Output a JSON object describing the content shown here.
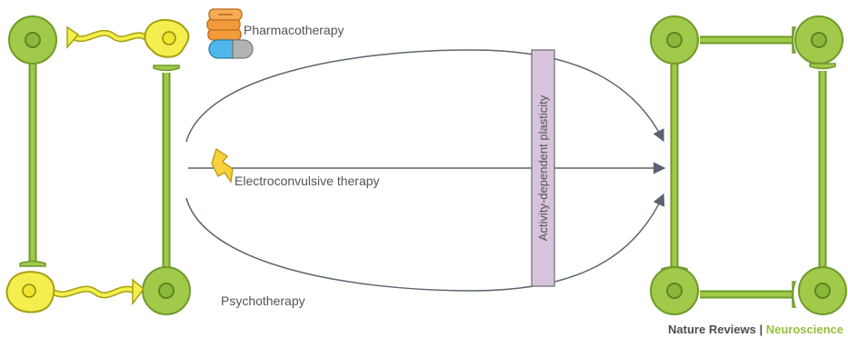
{
  "labels": {
    "pharmacotherapy": "Pharmacotherapy",
    "ect": "Electroconvulsive therapy",
    "psychotherapy": "Psychotherapy",
    "plasticity": "Activity-dependent plasticity"
  },
  "credit": {
    "journal": "Nature Reviews",
    "separator": " | ",
    "section": "Neuroscience"
  },
  "colors": {
    "neuron_fill": "#a1c94a",
    "neuron_stroke": "#6f9a2a",
    "glia_fill": "#f4ee4e",
    "glia_stroke": "#a6a012",
    "plasticity_box": "#d8c3dc",
    "arrow": "#5a6470",
    "pill_orange": "#f39a3c",
    "capsule_blue": "#4fb8ea",
    "capsule_grey": "#b3b3b3",
    "bolt": "#f8d23c",
    "credit_accent": "#97bf3c"
  },
  "icons": [
    "pill-stack-icon",
    "capsule-icon",
    "lightning-bolt-icon",
    "neuron-icon",
    "glial-cell-icon",
    "arrow-icon"
  ]
}
